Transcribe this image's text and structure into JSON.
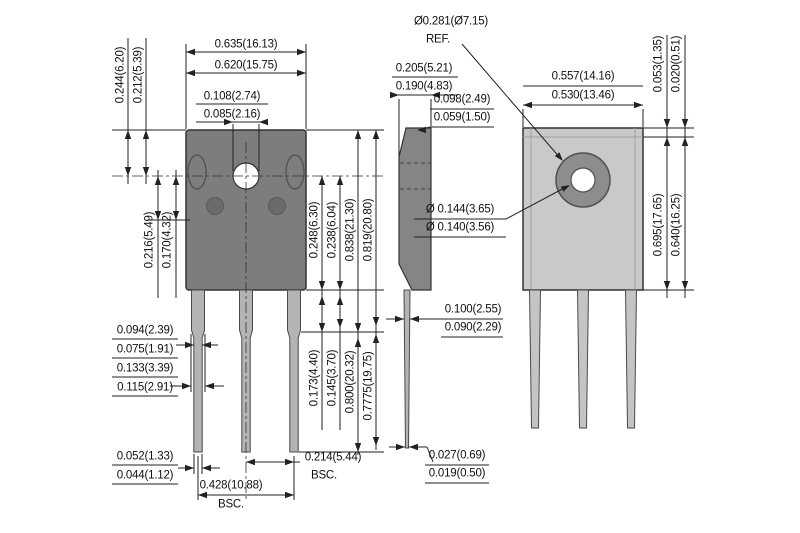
{
  "drawing": "transistor-package-outline",
  "colors": {
    "line": "#222222",
    "front_body": "#7d7d7d",
    "side_body": "#858585",
    "back_body": "#c9c9c9",
    "hole_ring": "#8d8d8d",
    "lead_front": "#b4b4b4",
    "lead_back": "#c4c4c4",
    "recess": "#6b6b6b"
  },
  "front_view": {
    "width_max": "0.635(16.13)",
    "width_min": "0.620(15.75)",
    "hole_dia_max": "0.108(2.74)",
    "hole_dia_min": "0.085(2.16)",
    "top_to_center_max": "0.244(6.20)",
    "top_to_center_min": "0.212(5.39)",
    "center_to_notch_max": "0.216(5.49)",
    "center_to_notch_min": "0.170(4.32)",
    "center_to_base_max": "0.248(6.30)",
    "center_to_base_min": "0.238(6.04)",
    "body_height_max": "0.838(21.30)",
    "body_height_min": "0.819(20.80)",
    "lead_width_max": "0.094(2.39)",
    "lead_width_min": "0.075(1.91)",
    "shoulder_width_max": "0.133(3.39)",
    "shoulder_width_min": "0.115(2.91)",
    "shoulder_length_max": "0.173(4.40)",
    "shoulder_length_min": "0.145(3.70)",
    "lead_length_max": "0.800(20.32)",
    "lead_length_min": "0.7775(19.75)",
    "tip_width_max": "0.052(1.33)",
    "tip_width_min": "0.044(1.12)",
    "lead_pitch": "0.214(5.44)",
    "lead_pitch_note": "BSC.",
    "lead_span": "0.428(10.88)",
    "lead_span_note": "BSC."
  },
  "side_view": {
    "hole_ref_dia": "Ø0.281(Ø7.15)",
    "hole_ref_note": "REF.",
    "body_thickness_max": "0.205(5.21)",
    "body_thickness_min": "0.190(4.83)",
    "tab_thickness_max": "0.098(2.49)",
    "tab_thickness_min": "0.059(1.50)",
    "hole_dia_max": "Ø 0.144(3.65)",
    "hole_dia_min": "Ø 0.140(3.56)",
    "lead_thickness_max": "0.100(2.55)",
    "lead_thickness_min": "0.090(2.29)",
    "tip_thickness_max": "0.027(0.69)",
    "tip_thickness_min": "0.019(0.50)"
  },
  "back_view": {
    "width_max": "0.557(14.16)",
    "width_min": "0.530(13.46)",
    "step_max": "0.053(1.35)",
    "step_min": "0.020(0.51)",
    "height_max": "0.695(17.65)",
    "height_min": "0.640(16.25)"
  }
}
